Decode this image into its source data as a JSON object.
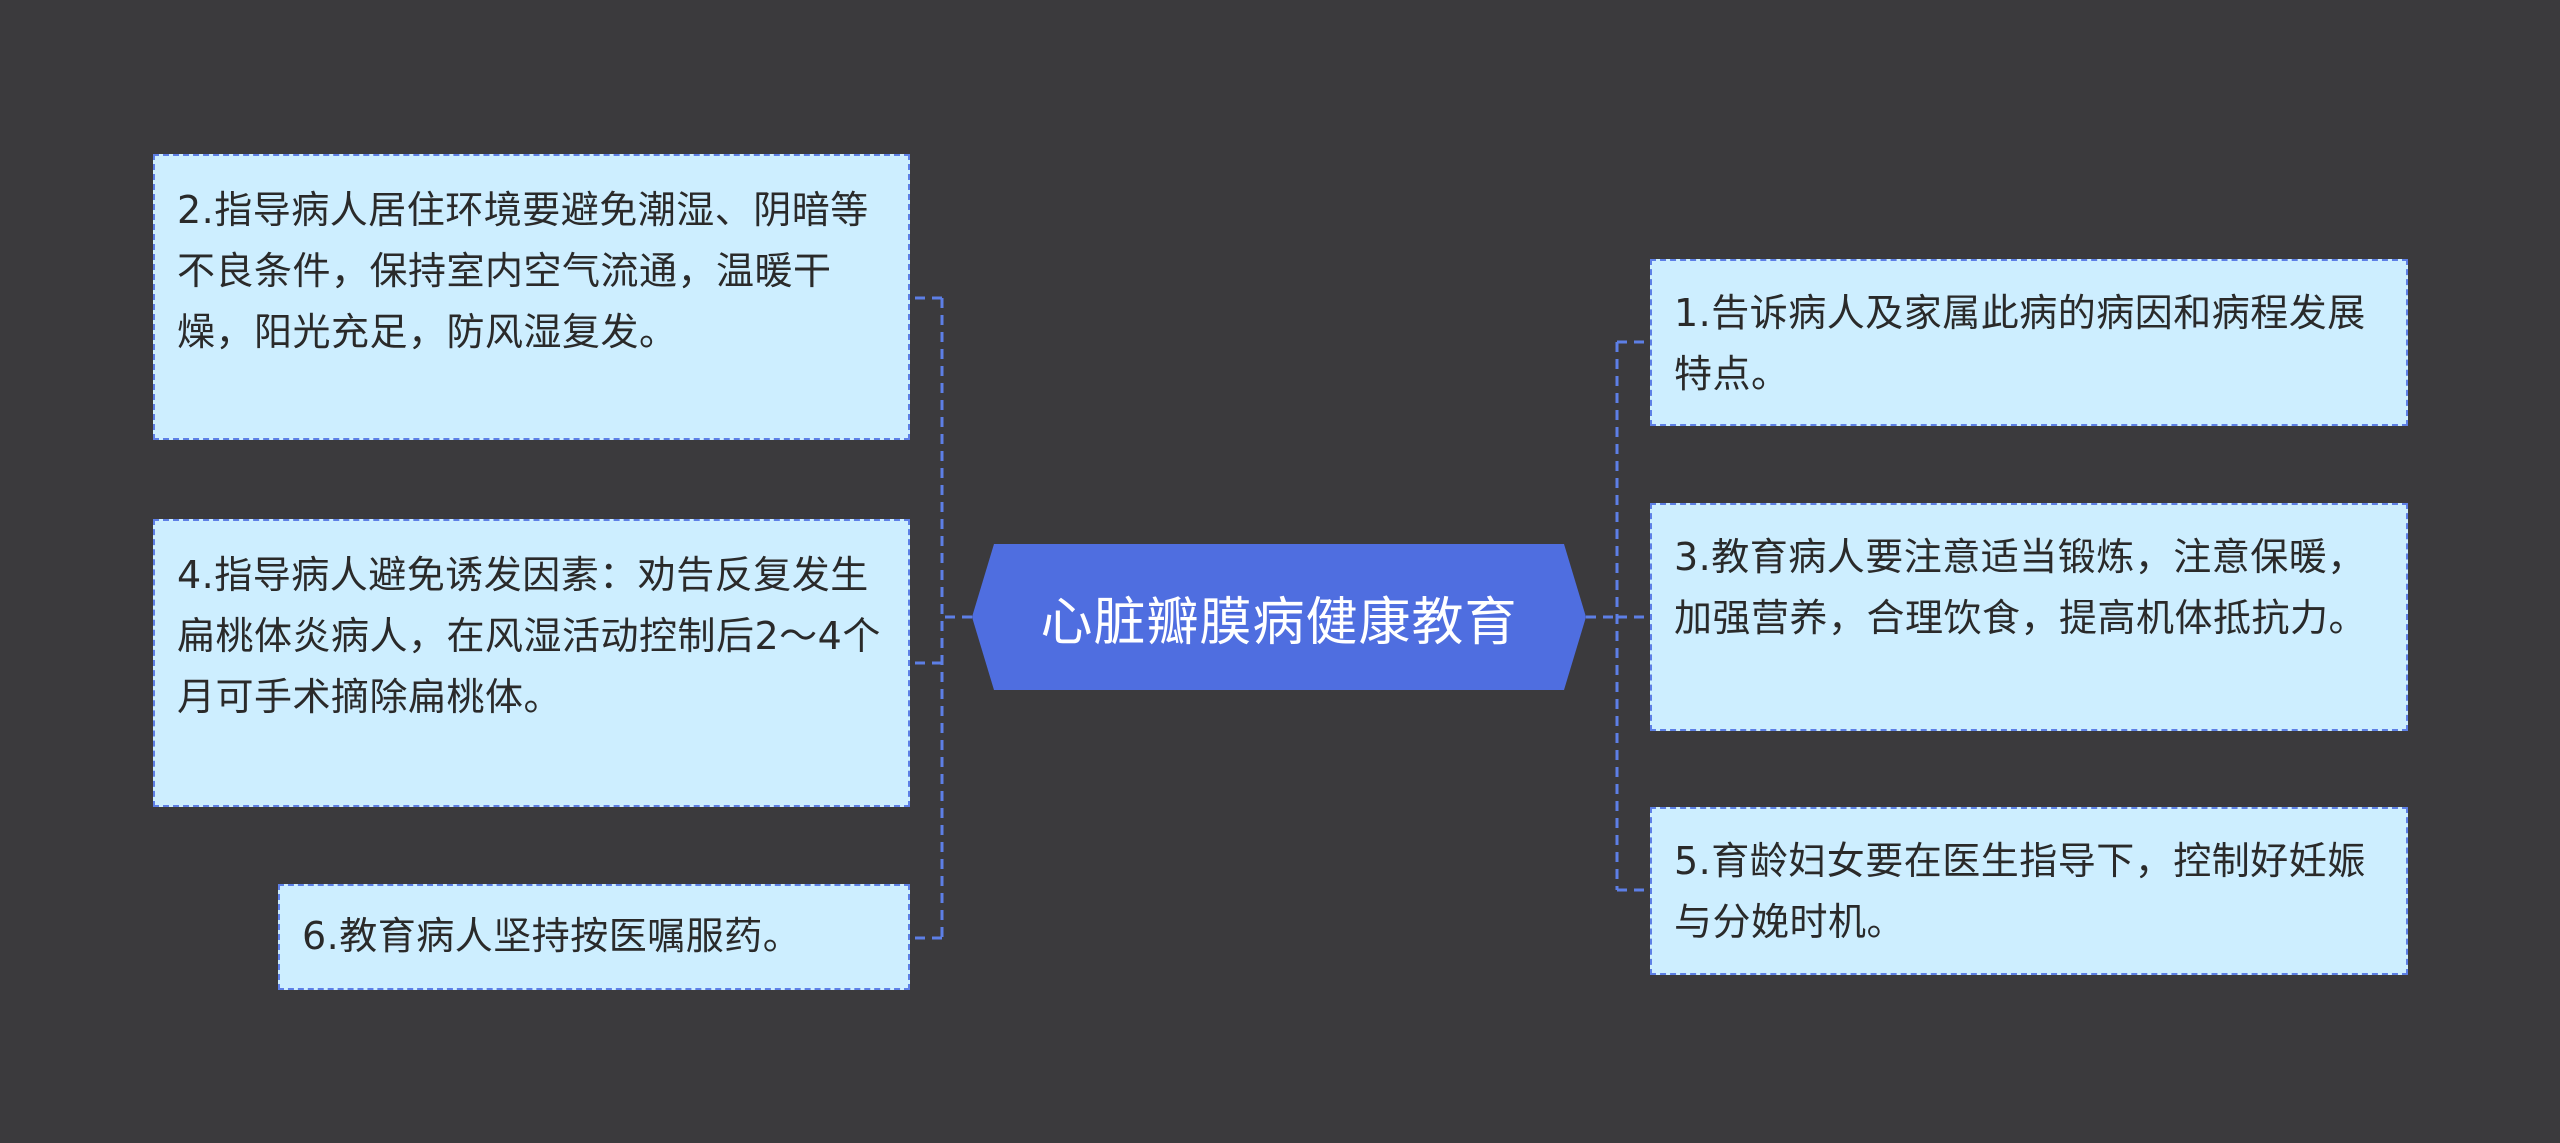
{
  "center": {
    "title": "心脏瓣膜病健康教育"
  },
  "left_nodes": [
    {
      "id": "n2",
      "text": "2.指导病人居住环境要避免潮湿、阴暗等不良条件，保持室内空气流通，温暖干燥，阳光充足，防风湿复发。"
    },
    {
      "id": "n4",
      "text": "4.指导病人避免诱发因素：劝告反复发生扁桃体炎病人，在风湿活动控制后2～4个月可手术摘除扁桃体。"
    },
    {
      "id": "n6",
      "text": "6.教育病人坚持按医嘱服药。"
    }
  ],
  "right_nodes": [
    {
      "id": "n1",
      "text": "1.告诉病人及家属此病的病因和病程发展特点。"
    },
    {
      "id": "n3",
      "text": "3.教育病人要注意适当锻炼，注意保暖，加强营养，合理饮食，提高机体抵抗力。"
    },
    {
      "id": "n5",
      "text": "5.育龄妇女要在医生指导下，控制好妊娠与分娩时机。"
    }
  ],
  "colors": {
    "background": "#3b3a3d",
    "node_fill": "#cdeeff",
    "node_border": "#5d7fe6",
    "center_fill": "#4f6ee0",
    "connector": "#5d7fe6"
  }
}
